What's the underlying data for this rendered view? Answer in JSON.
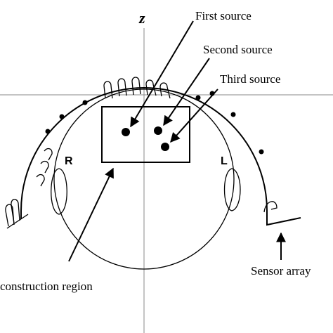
{
  "axis": {
    "z_label": "z"
  },
  "labels": {
    "first_source": "First source",
    "second_source": "Second source",
    "third_source": "Third source",
    "right_ear": "R",
    "left_ear": "L",
    "sensor_array": "Sensor array",
    "reconstruction_region": "construction region"
  }
}
